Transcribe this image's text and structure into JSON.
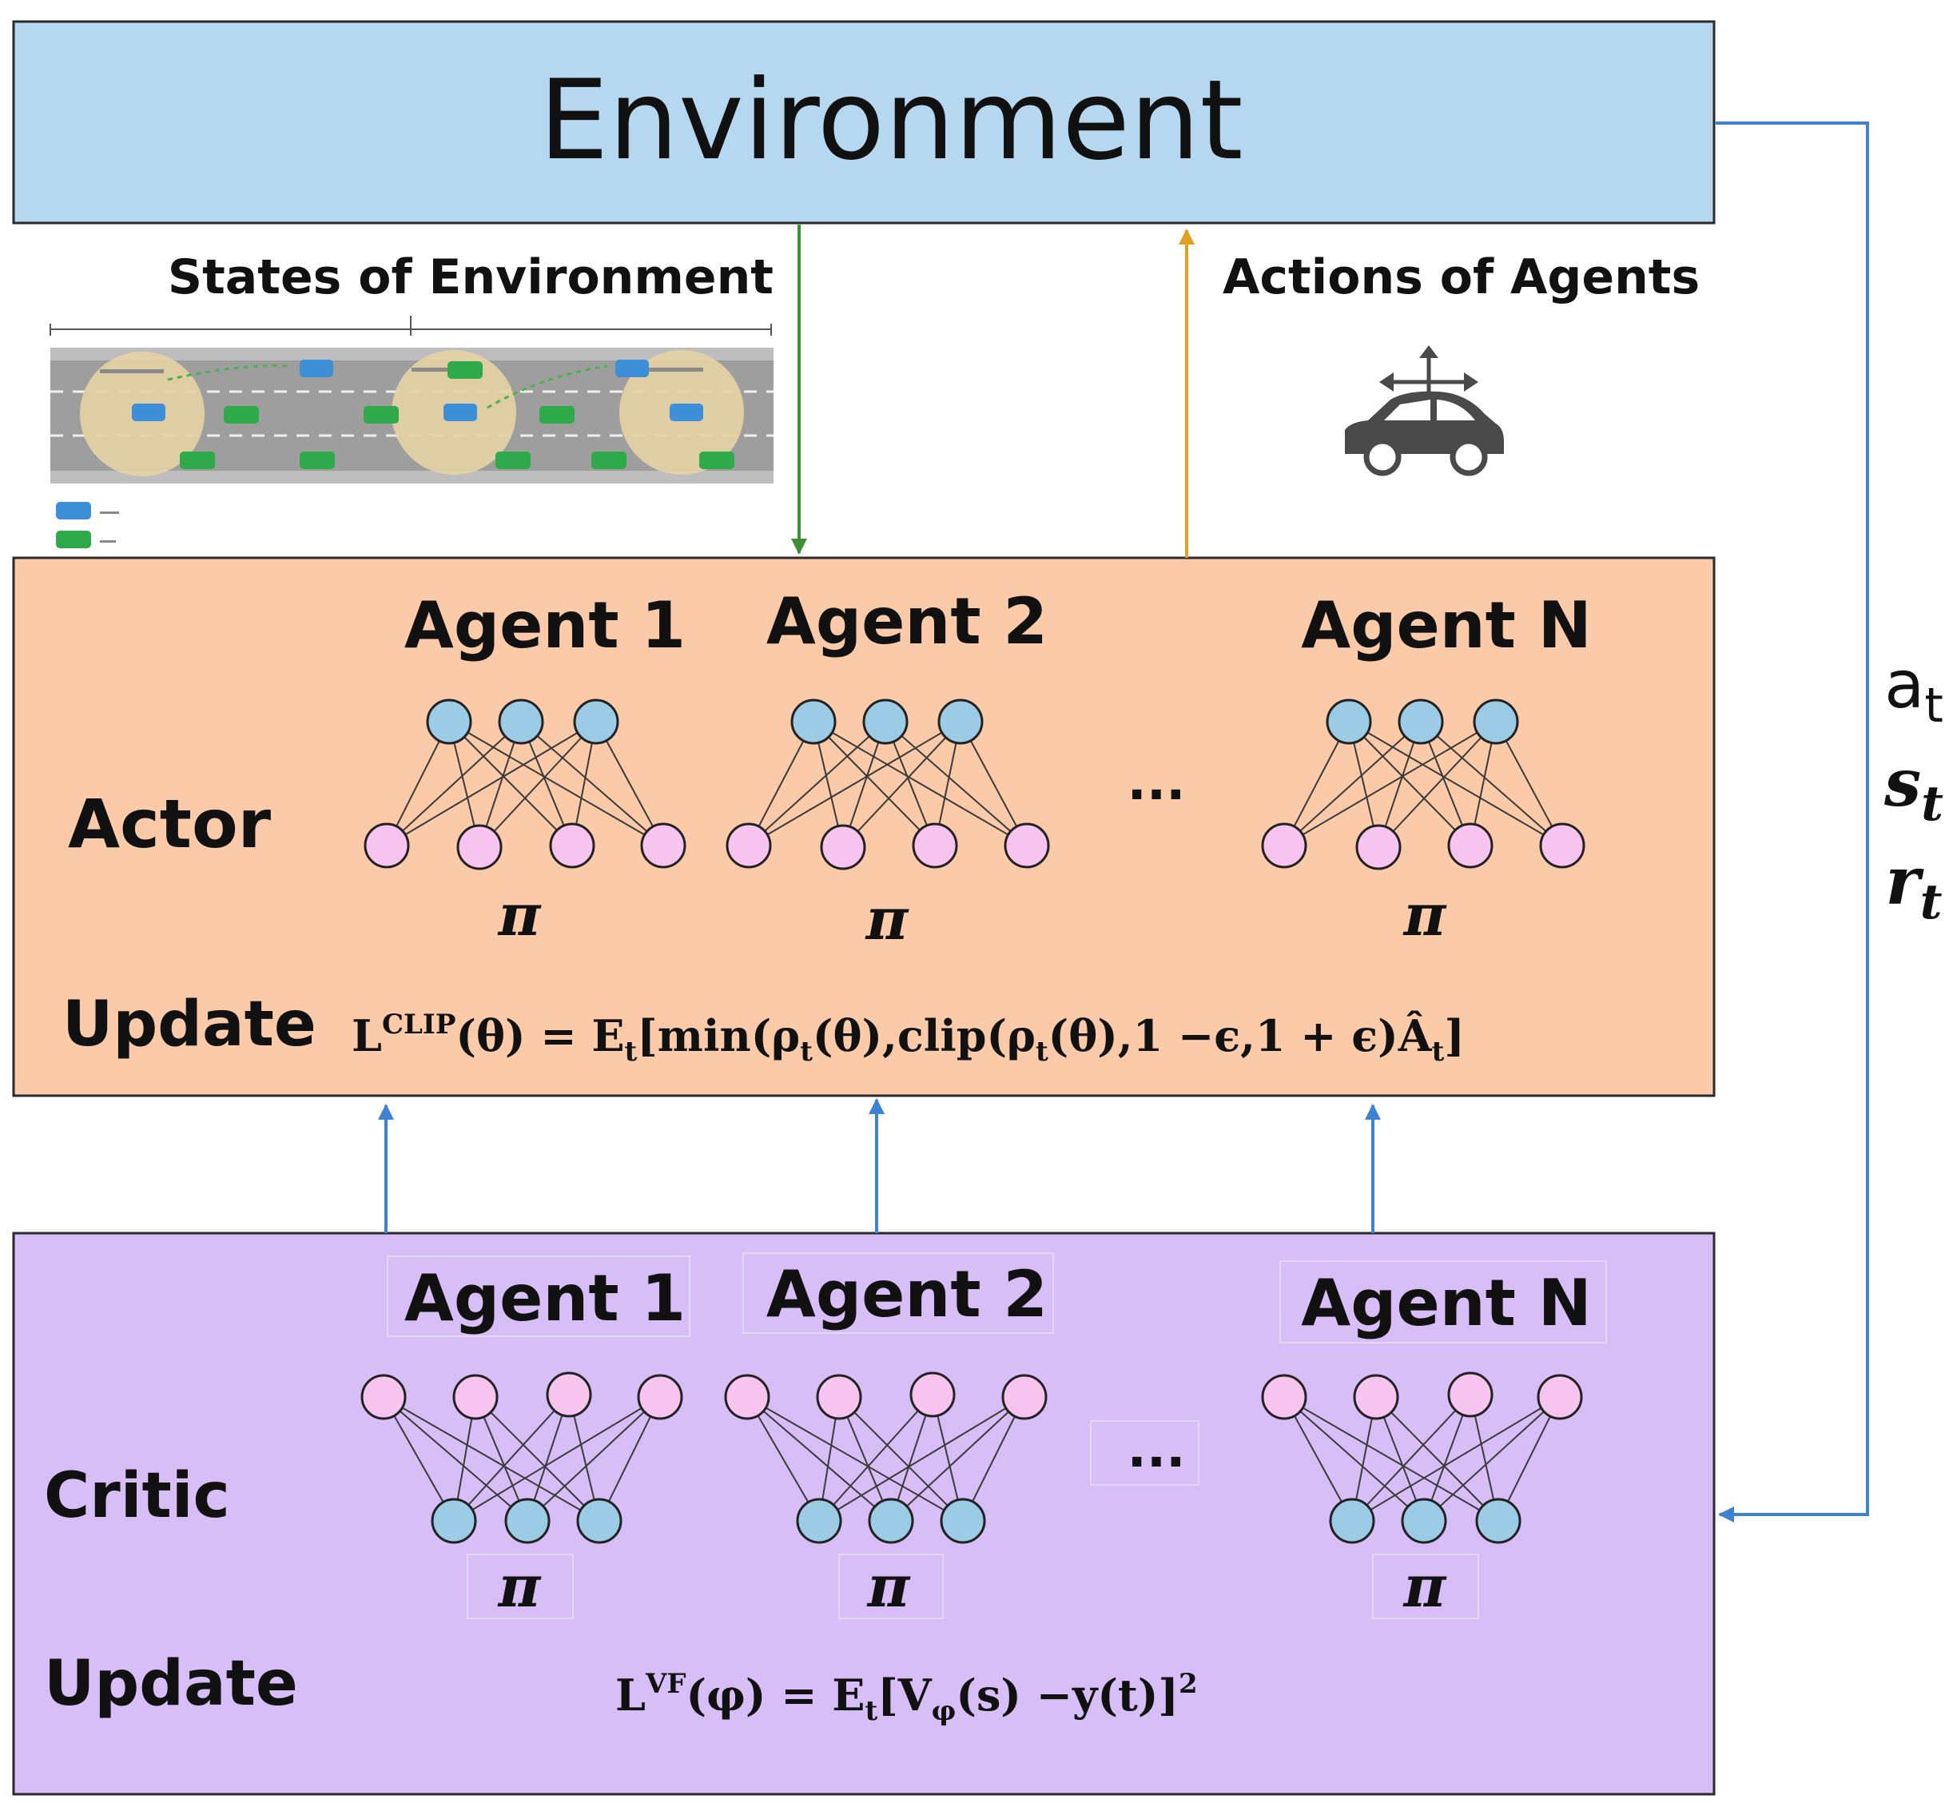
{
  "environment": {
    "title": "Environment"
  },
  "flows": {
    "states_label": "States of Environment",
    "actions_label": "Actions of Agents"
  },
  "signals": {
    "a": "a",
    "s": "s",
    "r": "r",
    "sub": "t"
  },
  "actor": {
    "label": "Actor",
    "update_label": "Update",
    "agents": [
      "Agent 1",
      "Agent 2",
      "Agent N"
    ],
    "policy_symbol": "π",
    "ellipsis": "...",
    "formula": {
      "L": "L",
      "sup": "CLIP",
      "p1": "(θ) = E",
      "t1": "t",
      "p2": "[min(ρ",
      "t2": "t",
      "p3": "(θ),clip(ρ",
      "t3": "t",
      "p4": "(θ),1 −ϵ,1 + ϵ)Â",
      "t4": "t",
      "p5": "]"
    }
  },
  "critic": {
    "label": "Critic",
    "update_label": "Update",
    "agents": [
      "Agent 1",
      "Agent 2",
      "Agent N"
    ],
    "policy_symbol": "π",
    "ellipsis": "...",
    "formula": {
      "L": "L",
      "sup": "VF",
      "p1": "(φ) = E",
      "t1": "t",
      "p2": "[V",
      "phi": "φ",
      "p3": "(s) −y(t)]",
      "sq": "2"
    }
  },
  "colors": {
    "environment_fill": "#b5d8f0",
    "actor_fill": "#fbcaa8",
    "critic_fill": "#d7bef7",
    "blue_node": "#9ccbe6",
    "pink_node": "#f7c4ef",
    "states_arrow": "#3e8f36",
    "actions_arrow": "#e0a020",
    "feedback_arrow": "#3d82d4"
  }
}
